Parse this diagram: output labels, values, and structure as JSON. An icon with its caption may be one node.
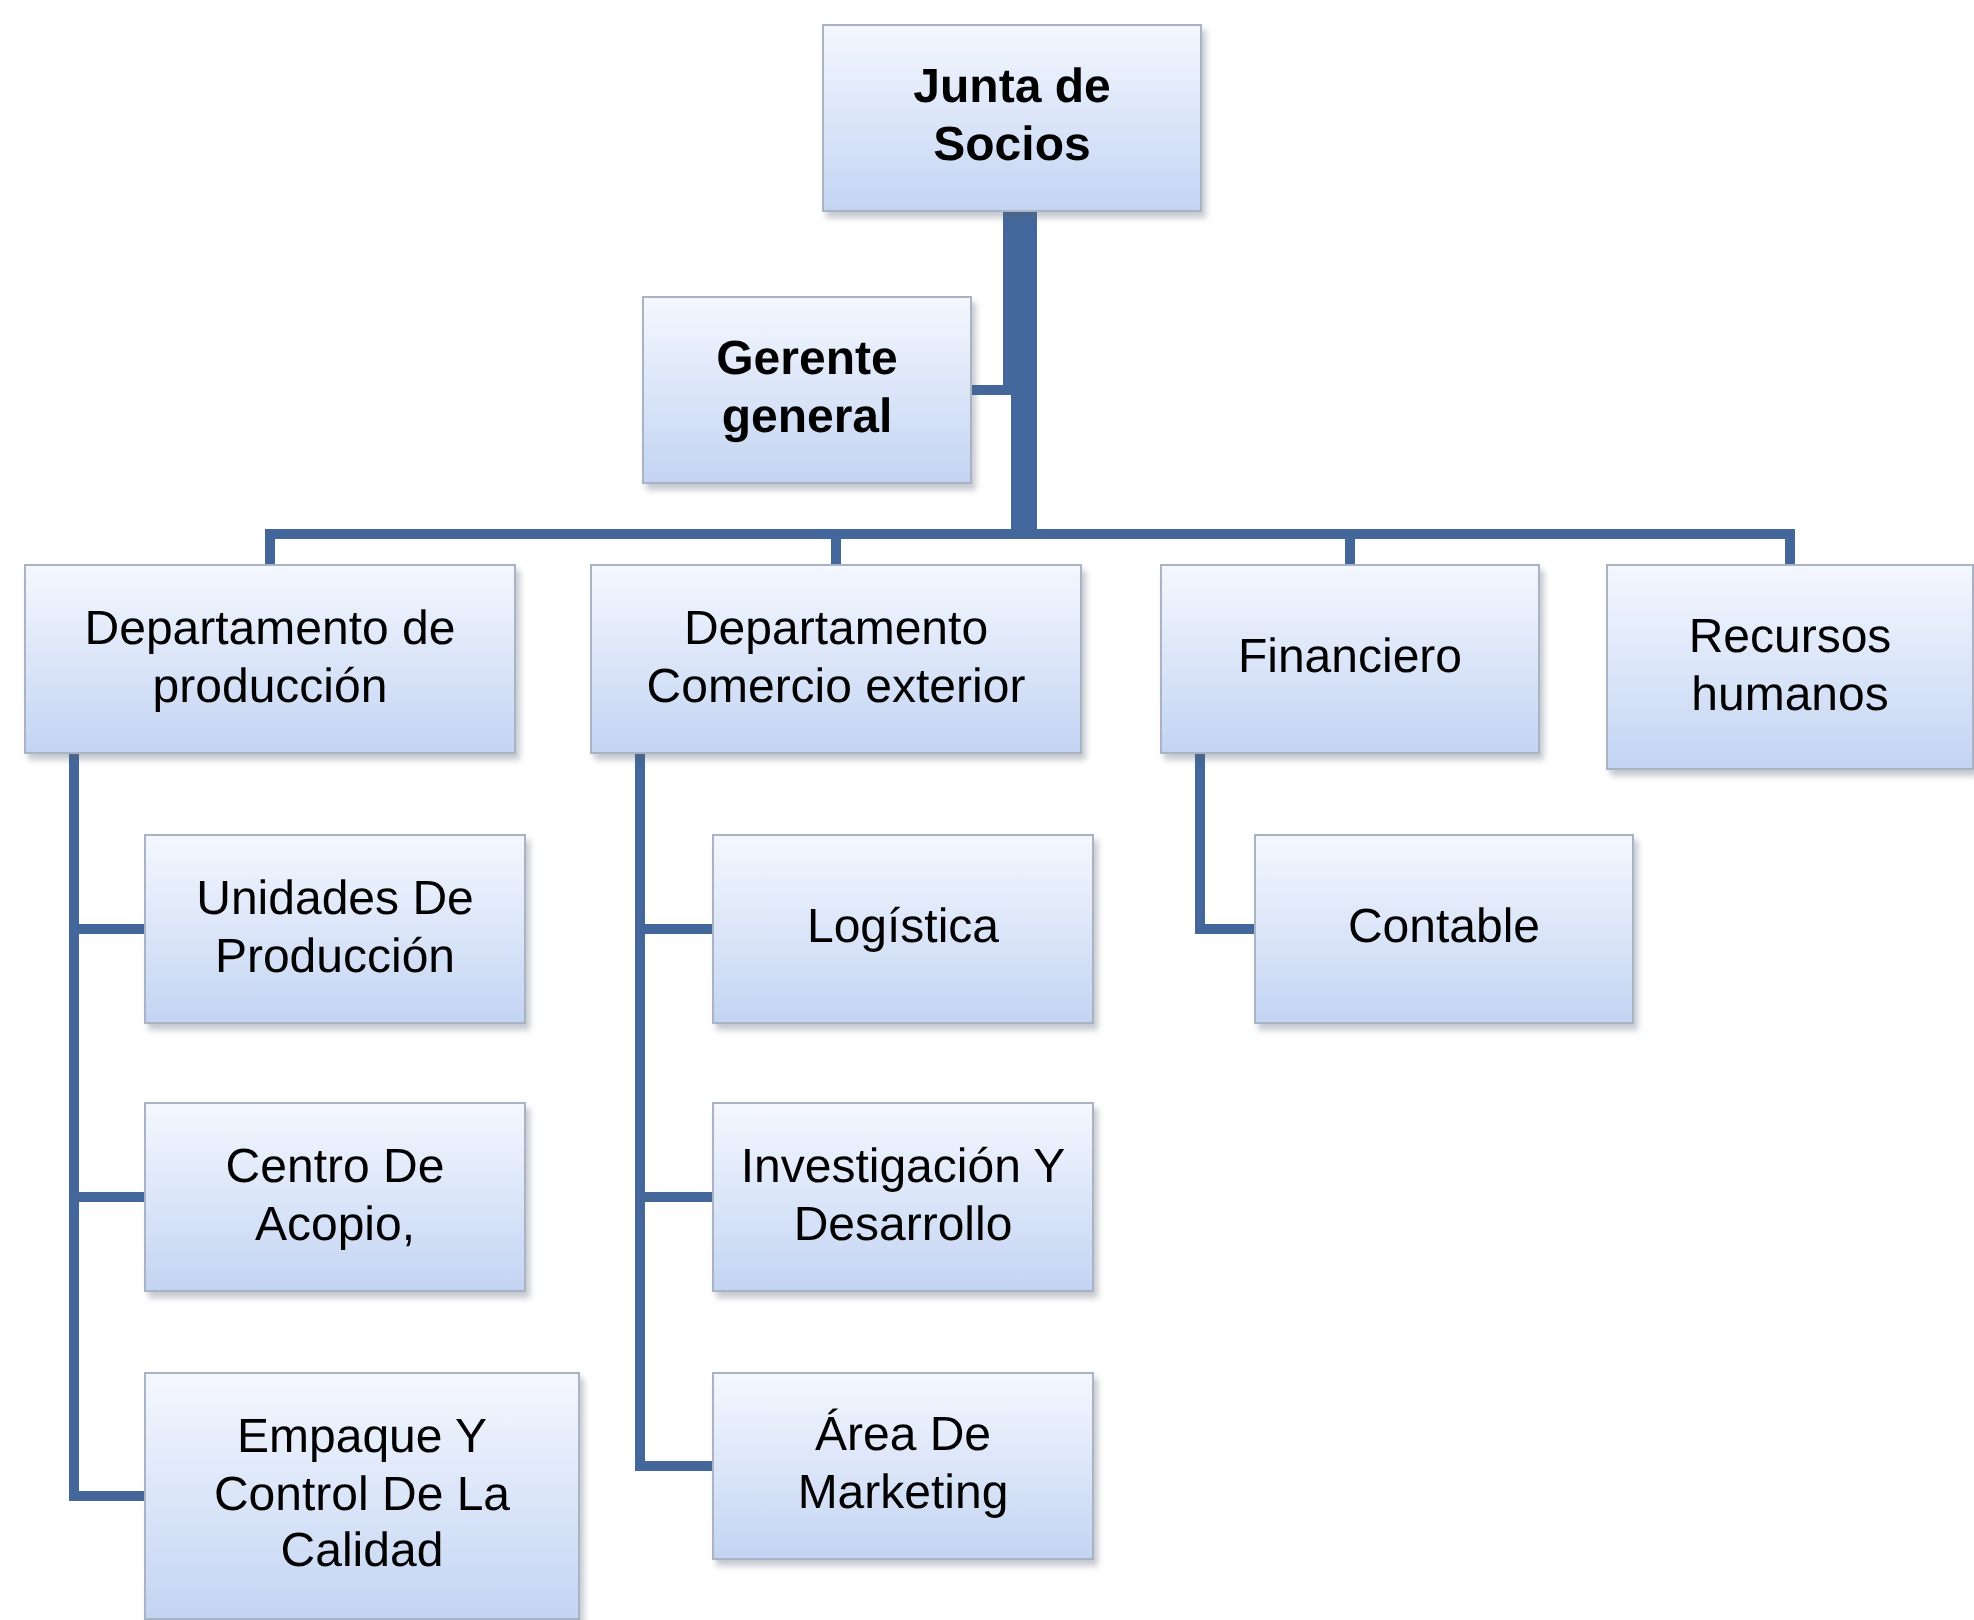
{
  "diagram": {
    "nodes": [
      {
        "text": [
          "Junta de Socios"
        ]
      },
      {
        "text": [
          "Gerente general"
        ]
      },
      {
        "text": [
          "Departamento de producción"
        ]
      },
      {
        "text": [
          "Departamento Comercio exterior"
        ]
      },
      {
        "text": [
          "Financiero"
        ]
      },
      {
        "text": [
          "Recursos humanos"
        ]
      },
      {
        "text": [
          "Unidades De Producción"
        ]
      },
      {
        "text": [
          "Centro De Acopio,"
        ]
      },
      {
        "text": [
          "Empaque Y Control De La Calidad"
        ]
      },
      {
        "text": [
          "Logística"
        ]
      },
      {
        "text": [
          "Investigación Y Desarrollo"
        ]
      },
      {
        "text": [
          "Área De Marketing"
        ]
      },
      {
        "text": [
          "Contable"
        ]
      }
    ],
    "edges": [
      {
        "from": 0,
        "to": 1,
        "arrow": "none"
      },
      {
        "from": 0,
        "to": 2,
        "arrow": "none"
      },
      {
        "from": 0,
        "to": 3,
        "arrow": "none"
      },
      {
        "from": 0,
        "to": 4,
        "arrow": "none"
      },
      {
        "from": 0,
        "to": 5,
        "arrow": "none"
      },
      {
        "from": 2,
        "to": 6,
        "arrow": "none"
      },
      {
        "from": 2,
        "to": 7,
        "arrow": "none"
      },
      {
        "from": 2,
        "to": 8,
        "arrow": "none"
      },
      {
        "from": 3,
        "to": 9,
        "arrow": "none"
      },
      {
        "from": 3,
        "to": 10,
        "arrow": "none"
      },
      {
        "from": 3,
        "to": 11,
        "arrow": "none"
      },
      {
        "from": 4,
        "to": 12,
        "arrow": "none"
      }
    ]
  }
}
